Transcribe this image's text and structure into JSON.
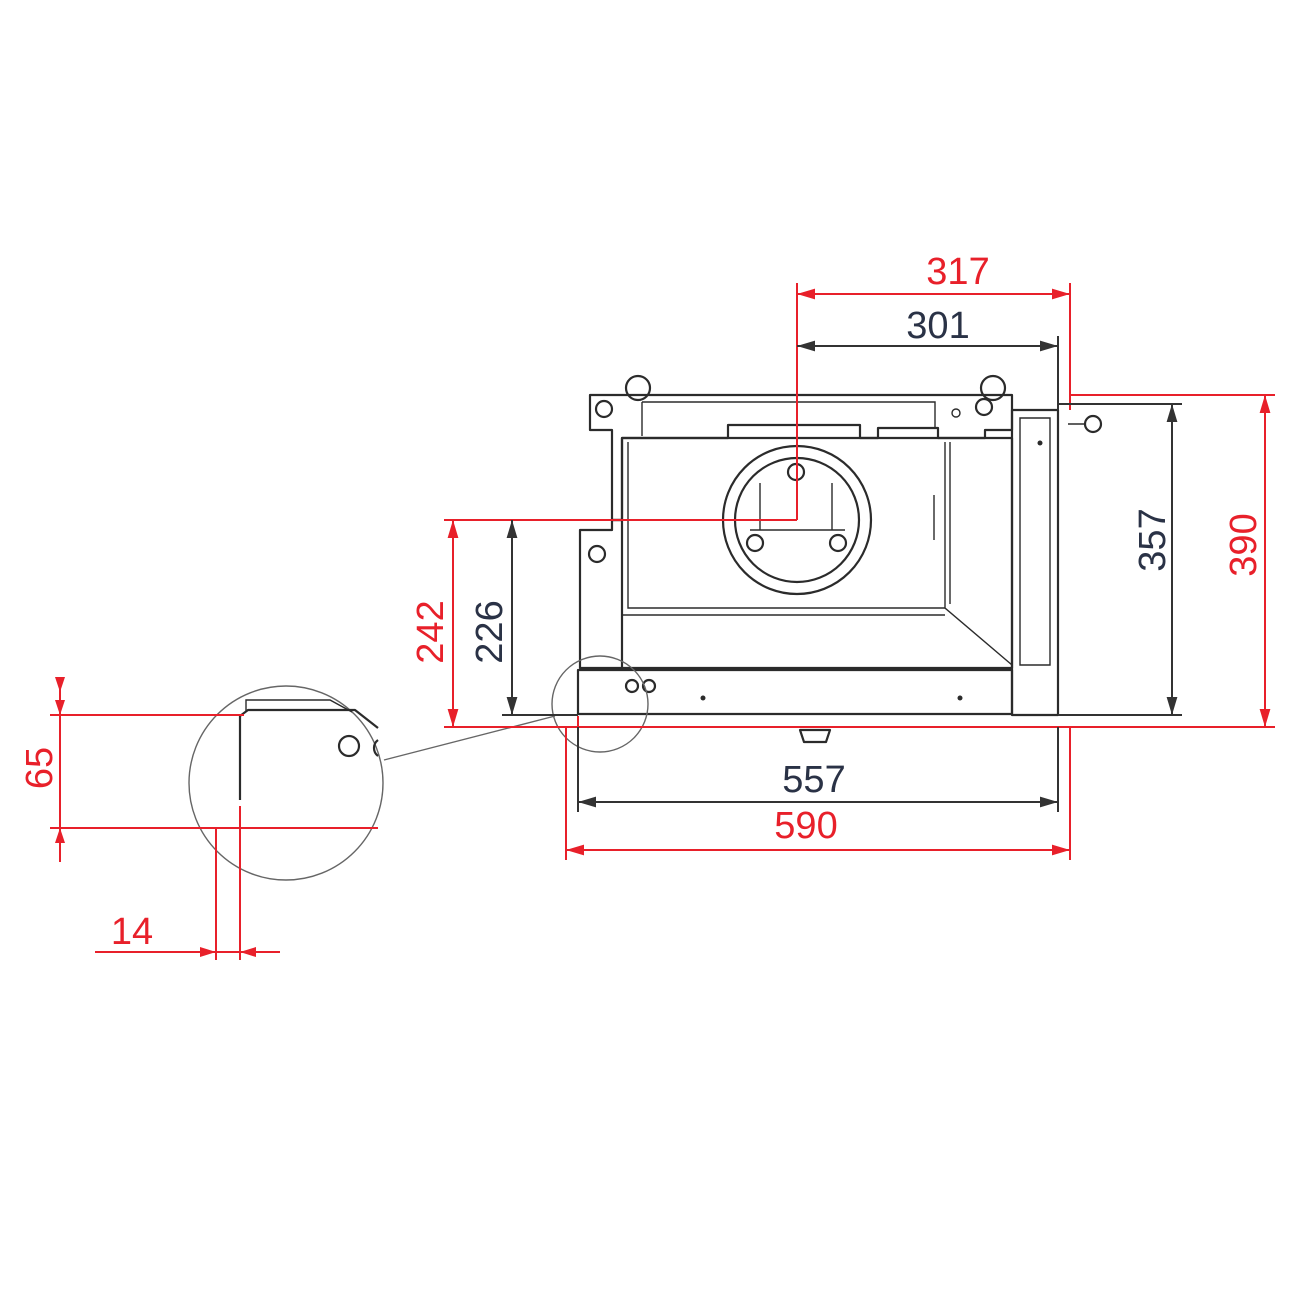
{
  "colors": {
    "outer_dimension": "#e8202a",
    "inner_dimension": "#2a3246",
    "outline": "#2b2b2b"
  },
  "dimensions": {
    "top_outer": "317",
    "top_inner": "301",
    "right_inner": "357",
    "right_outer": "390",
    "left_outer": "242",
    "left_inner": "226",
    "bottom_inner": "557",
    "bottom_outer": "590",
    "detail_height": "65",
    "detail_offset": "14"
  }
}
